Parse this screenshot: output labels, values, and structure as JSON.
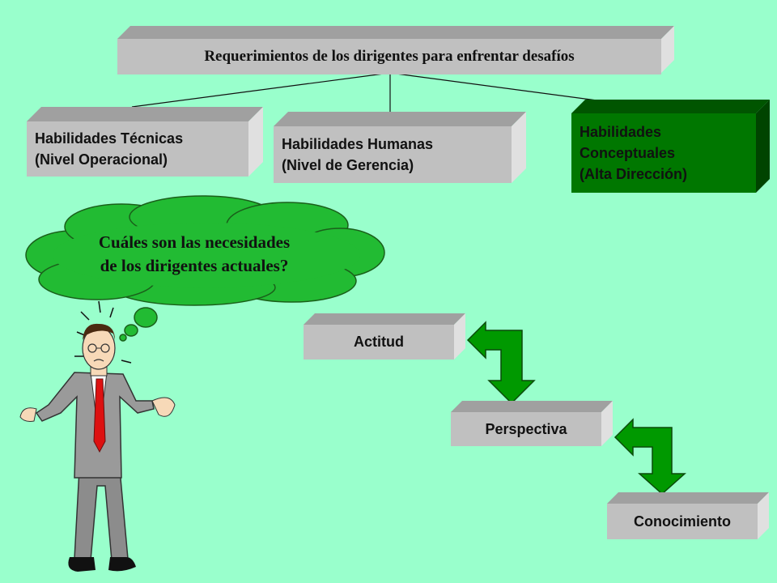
{
  "title": "Requerimientos de los dirigentes para enfrentar desafíos",
  "skills": [
    {
      "line1": "Habilidades Técnicas",
      "line2": "(Nivel Operacional)"
    },
    {
      "line1": "Habilidades Humanas",
      "line2": "(Nivel de Gerencia)"
    },
    {
      "line1": "Habilidades",
      "line2": "Conceptuales",
      "line3": "(Alta Dirección)"
    }
  ],
  "thought": {
    "line1": "Cuáles son las necesidades",
    "line2": "de los dirigentes actuales?"
  },
  "steps": [
    "Actitud",
    "Perspectiva",
    "Conocimiento"
  ],
  "colors": {
    "background": "#99ffcc",
    "box_front": "#c0c0c0",
    "box_top": "#a0a0a0",
    "box_side": "#e0e0e0",
    "highlight_box": "#007700",
    "cloud": "#22bb33",
    "arrow": "#009900"
  }
}
